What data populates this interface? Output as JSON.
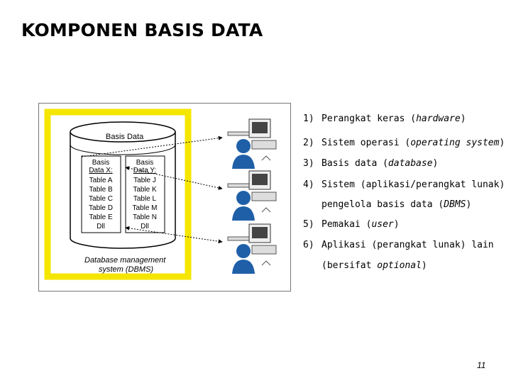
{
  "title": "KOMPONEN BASIS DATA",
  "diagram": {
    "cylinder_label": "Basis Data",
    "db_x": {
      "header1": "Basis",
      "header2": "Data X:",
      "tables": [
        "Table A",
        "Table B",
        "Table C",
        "Table D",
        "Table E",
        "Dll"
      ]
    },
    "db_y": {
      "header1": "Basis",
      "header2": "Data Y:",
      "tables": [
        "Table J",
        "Table K",
        "Table L",
        "Table M",
        "Table N",
        "Dll"
      ]
    },
    "dbms_label_1": "Database management",
    "dbms_label_2": "system (DBMS)",
    "colors": {
      "dbms_border": "#f5e600",
      "line": "#000000"
    }
  },
  "list": [
    {
      "num": "1)",
      "pre": "Perangkat keras (",
      "em": "hardware",
      "post": ")"
    },
    {
      "num": "2)",
      "pre": "Sistem operasi (",
      "em": "operating system",
      "post": ")"
    },
    {
      "num": "3)",
      "pre": "Basis data (",
      "em": "database",
      "post": ")"
    },
    {
      "num": "4)",
      "pre": "Sistem (aplikasi/perangkat lunak)",
      "em": "",
      "post": "",
      "cont_pre": "pengelola basis data (",
      "cont_em": "DBMS",
      "cont_post": ")"
    },
    {
      "num": "5)",
      "pre": "Pemakai (",
      "em": "user",
      "post": ")"
    },
    {
      "num": "6)",
      "pre": "Aplikasi (perangkat lunak) lain",
      "em": "",
      "post": "",
      "cont_pre": "(bersifat ",
      "cont_em": "optional",
      "cont_post": ")"
    }
  ],
  "page_number": "11"
}
